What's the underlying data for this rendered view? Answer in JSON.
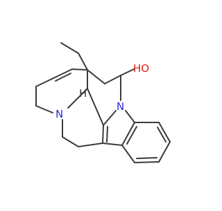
{
  "molecule": {
    "atom_labels": {
      "nitrogen_indole": "N",
      "nitrogen_amine": "N",
      "hydroxyl": "HO",
      "stereo_hydrogen": "H"
    },
    "colors": {
      "bond": "#3a3a3a",
      "nitrogen": "#2b2bd9",
      "oxygen": "#e02020",
      "hydrogen_label": "#3a3a3a",
      "background": "#ffffff"
    }
  }
}
